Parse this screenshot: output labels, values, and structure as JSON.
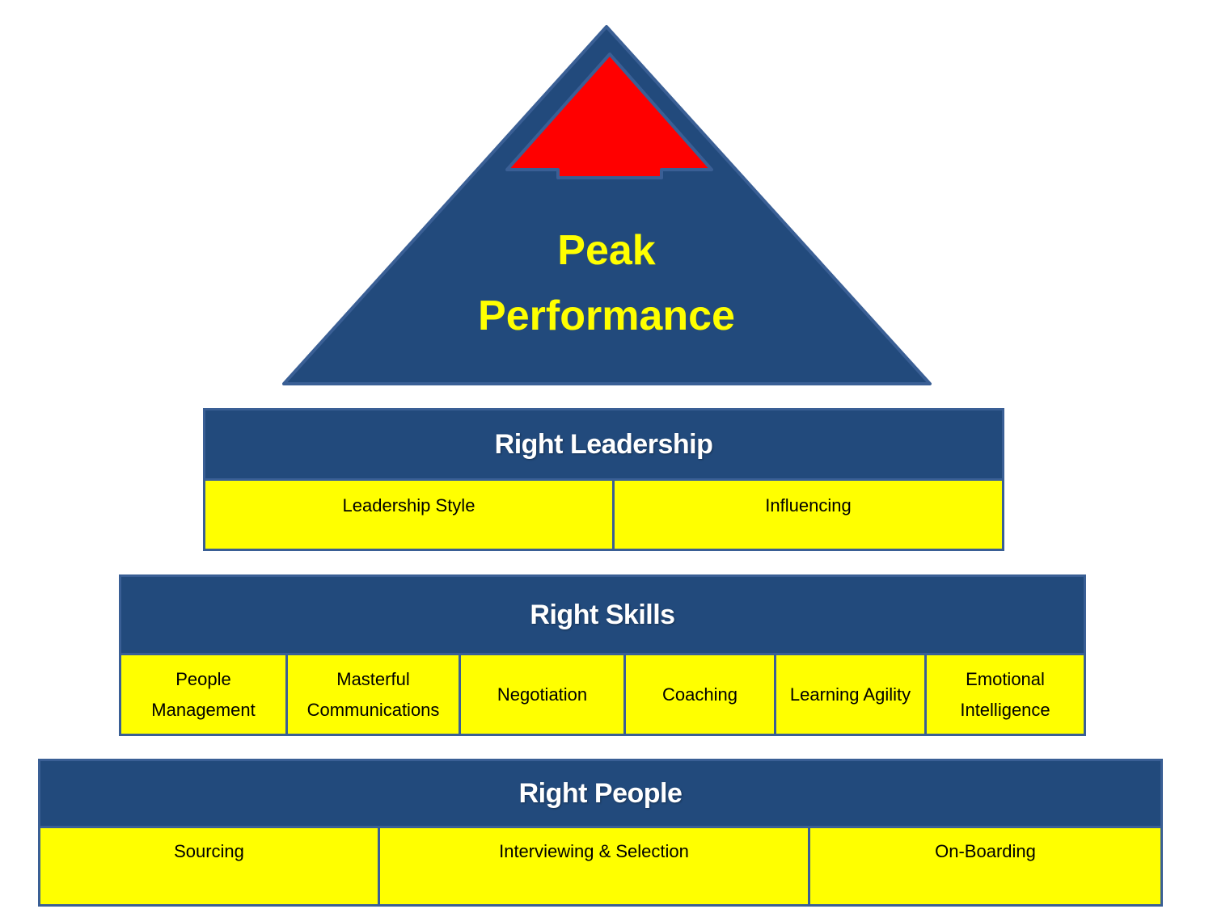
{
  "peak": {
    "line1": "Peak",
    "line2": "Performance"
  },
  "tiers": {
    "leadership": {
      "title": "Right Leadership",
      "cells": [
        "Leadership Style",
        "Influencing"
      ]
    },
    "skills": {
      "title": "Right Skills",
      "cells": [
        [
          "People",
          "Management"
        ],
        [
          "Masterful",
          "Communications"
        ],
        [
          "Negotiation"
        ],
        [
          "Coaching"
        ],
        [
          "Learning Agility"
        ],
        [
          "Emotional",
          "Intelligence"
        ]
      ]
    },
    "people": {
      "title": "Right People",
      "cells": [
        "Sourcing",
        "Interviewing & Selection",
        "On-Boarding"
      ]
    }
  },
  "colors": {
    "navy": "#224a7c",
    "border": "#3a5f95",
    "yellow": "#ffff00",
    "red": "#ff0000",
    "white": "#ffffff"
  },
  "icons": {
    "peak_arrow": "red-up-arrow-icon"
  }
}
